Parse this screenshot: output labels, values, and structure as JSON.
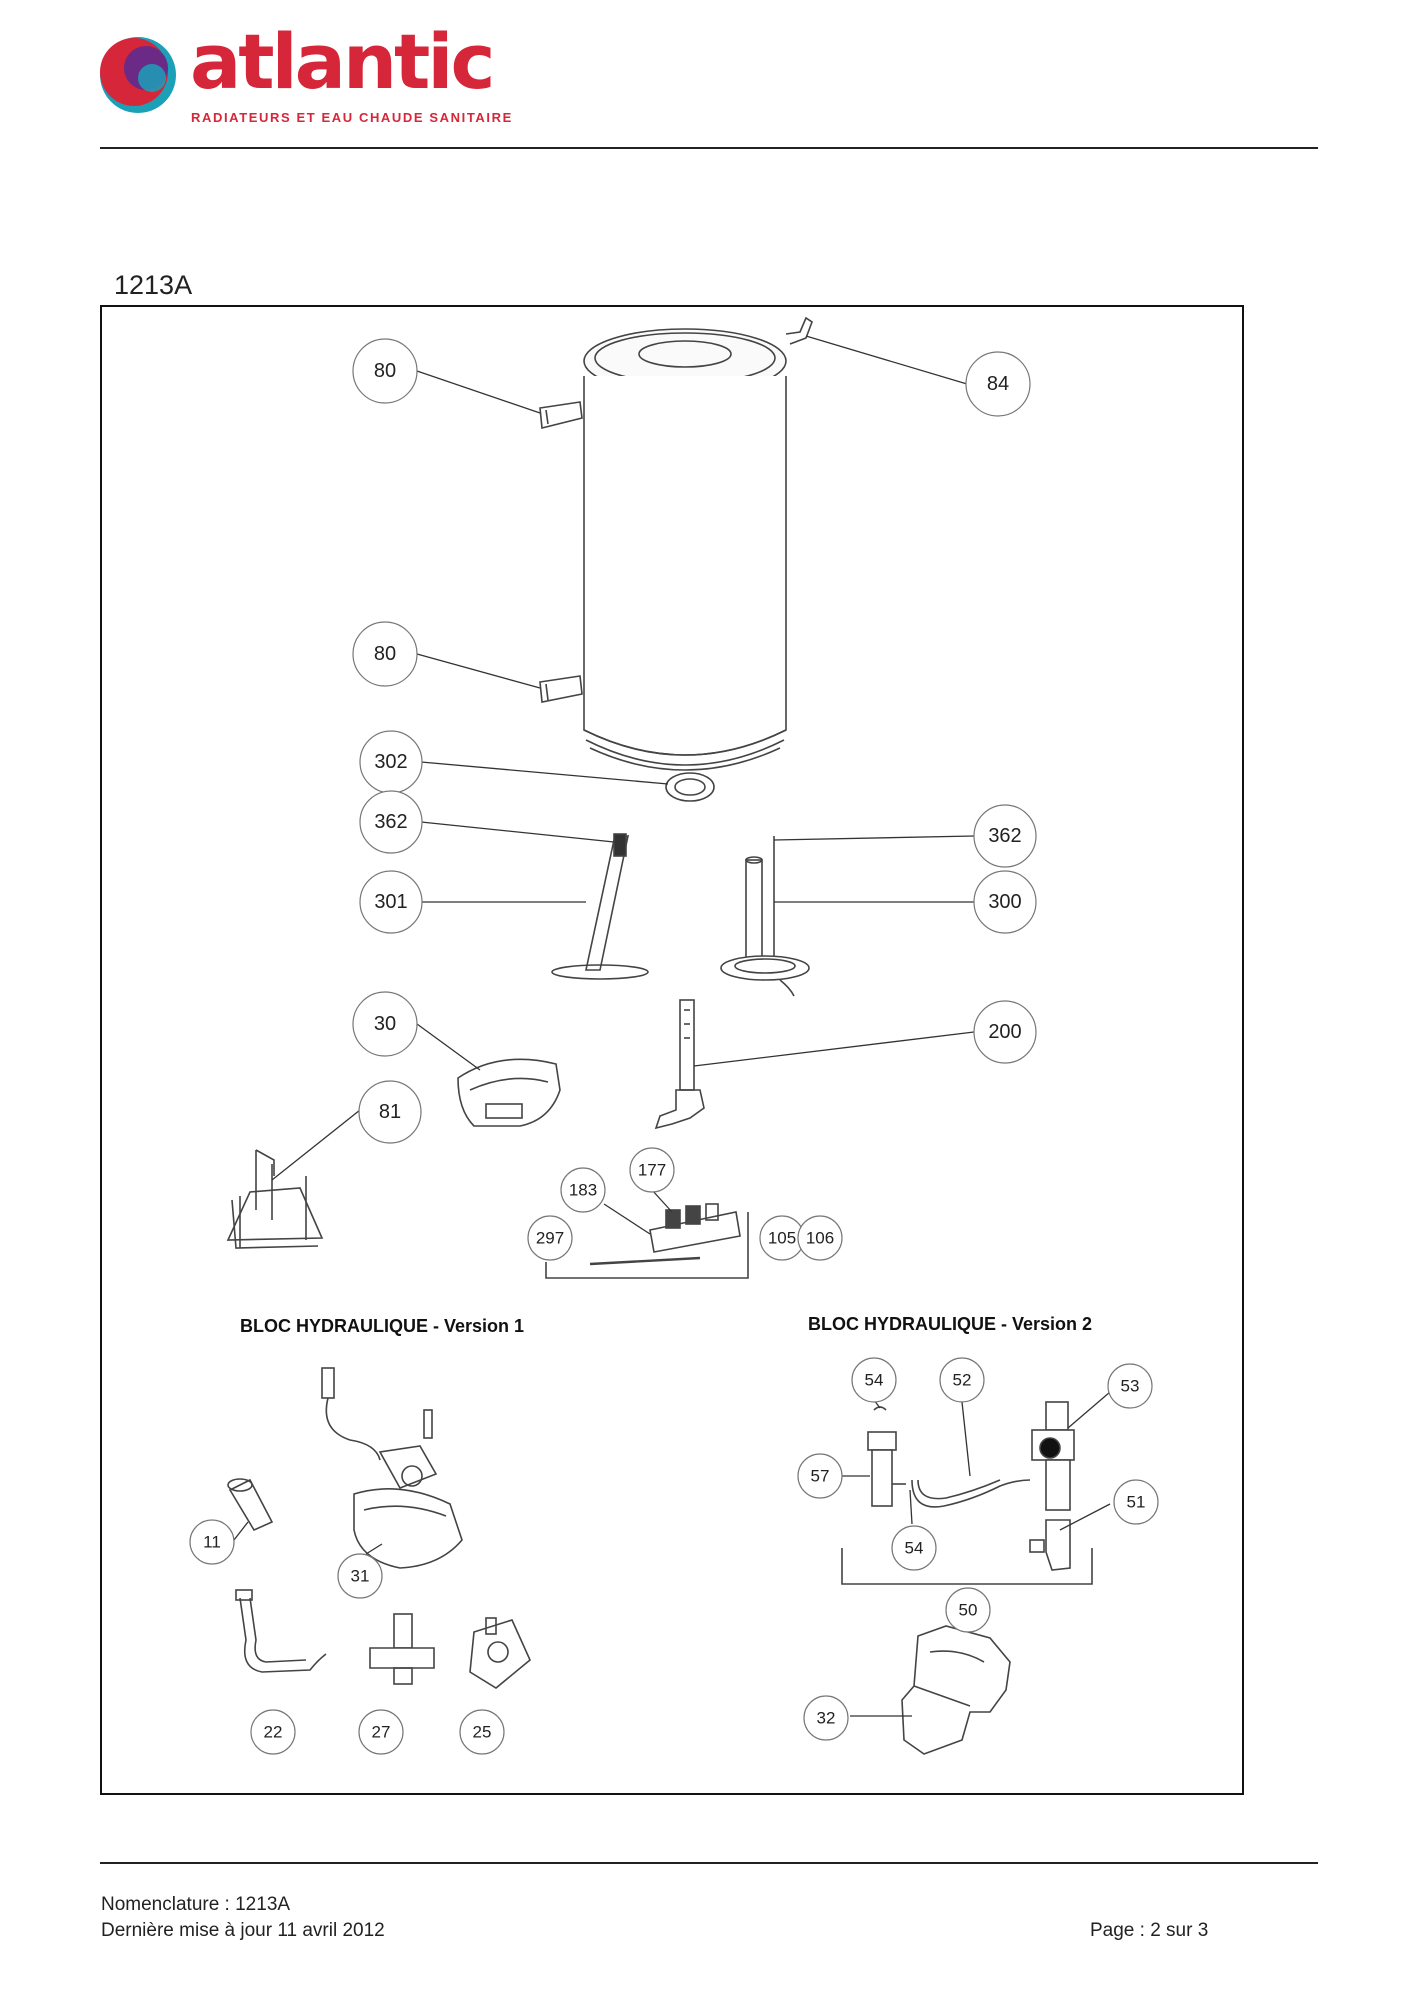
{
  "header": {
    "brand": "atlantic",
    "tagline": "RADIATEURS ET EAU CHAUDE SANITAIRE",
    "brand_color": "#d6263a",
    "logo_mark_colors": [
      "#d6263a",
      "#6b2a86",
      "#1ca0b8"
    ]
  },
  "document": {
    "id": "1213A",
    "sections": [
      {
        "title": "BLOC HYDRAULIQUE - Version 1"
      },
      {
        "title": "BLOC HYDRAULIQUE - Version 2"
      }
    ],
    "callouts": [
      "80",
      "84",
      "80",
      "302",
      "362",
      "301",
      "362",
      "300",
      "30",
      "200",
      "81",
      "177",
      "183",
      "297",
      "105",
      "106",
      "54",
      "52",
      "53",
      "57",
      "51",
      "54",
      "11",
      "31",
      "50",
      "22",
      "27",
      "25",
      "32"
    ]
  },
  "footer": {
    "nomenclature": "Nomenclature : 1213A",
    "updated": "Dernière mise à jour 11 avril 2012",
    "page": "Page : 2 sur 3"
  }
}
